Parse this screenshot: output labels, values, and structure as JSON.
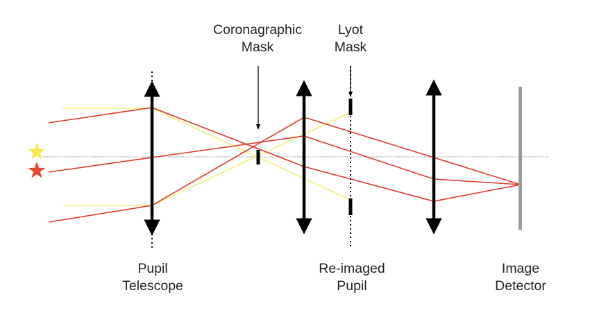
{
  "labels": {
    "coronagraphic_mask": [
      "Coronagraphic",
      "Mask"
    ],
    "lyot_mask": [
      "Lyot",
      "Mask"
    ],
    "pupil_telescope": [
      "Pupil",
      "Telescope"
    ],
    "reimaged_pupil": [
      "Re-imaged",
      "Pupil"
    ],
    "image_detector": [
      "Image",
      "Detector"
    ]
  },
  "colors": {
    "on_axis_star": "#f5e84a",
    "off_axis_star": "#e8442f",
    "on_axis_ray": "#f6f07a",
    "off_axis_ray": "#dd3a2c",
    "lens": "#000000",
    "detector": "#9a9a9a",
    "optical_axis": "#8a8a8a",
    "text": "#222222"
  },
  "icons": {
    "on_axis_star": "yellow-star-icon",
    "off_axis_star": "red-star-icon"
  }
}
